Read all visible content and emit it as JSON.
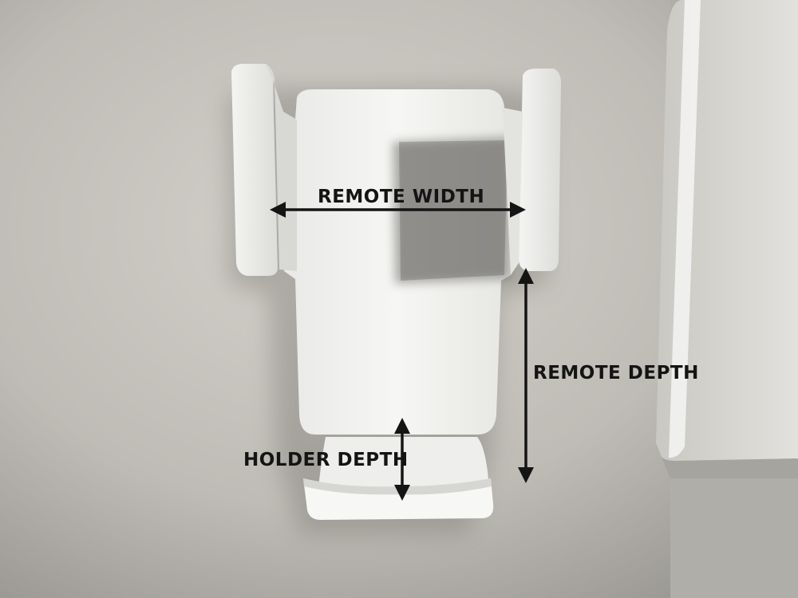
{
  "image": {
    "subject": "3D-printed white remote control holder mounted on a wall",
    "colors": {
      "wall": "#bdbbb4",
      "plastic": "#f3f3f1",
      "arrow": "#141414"
    }
  },
  "annotations": {
    "remote_width": "REMOTE WIDTH",
    "remote_depth": "REMOTE DEPTH",
    "holder_depth": "HOLDER DEPTH"
  }
}
